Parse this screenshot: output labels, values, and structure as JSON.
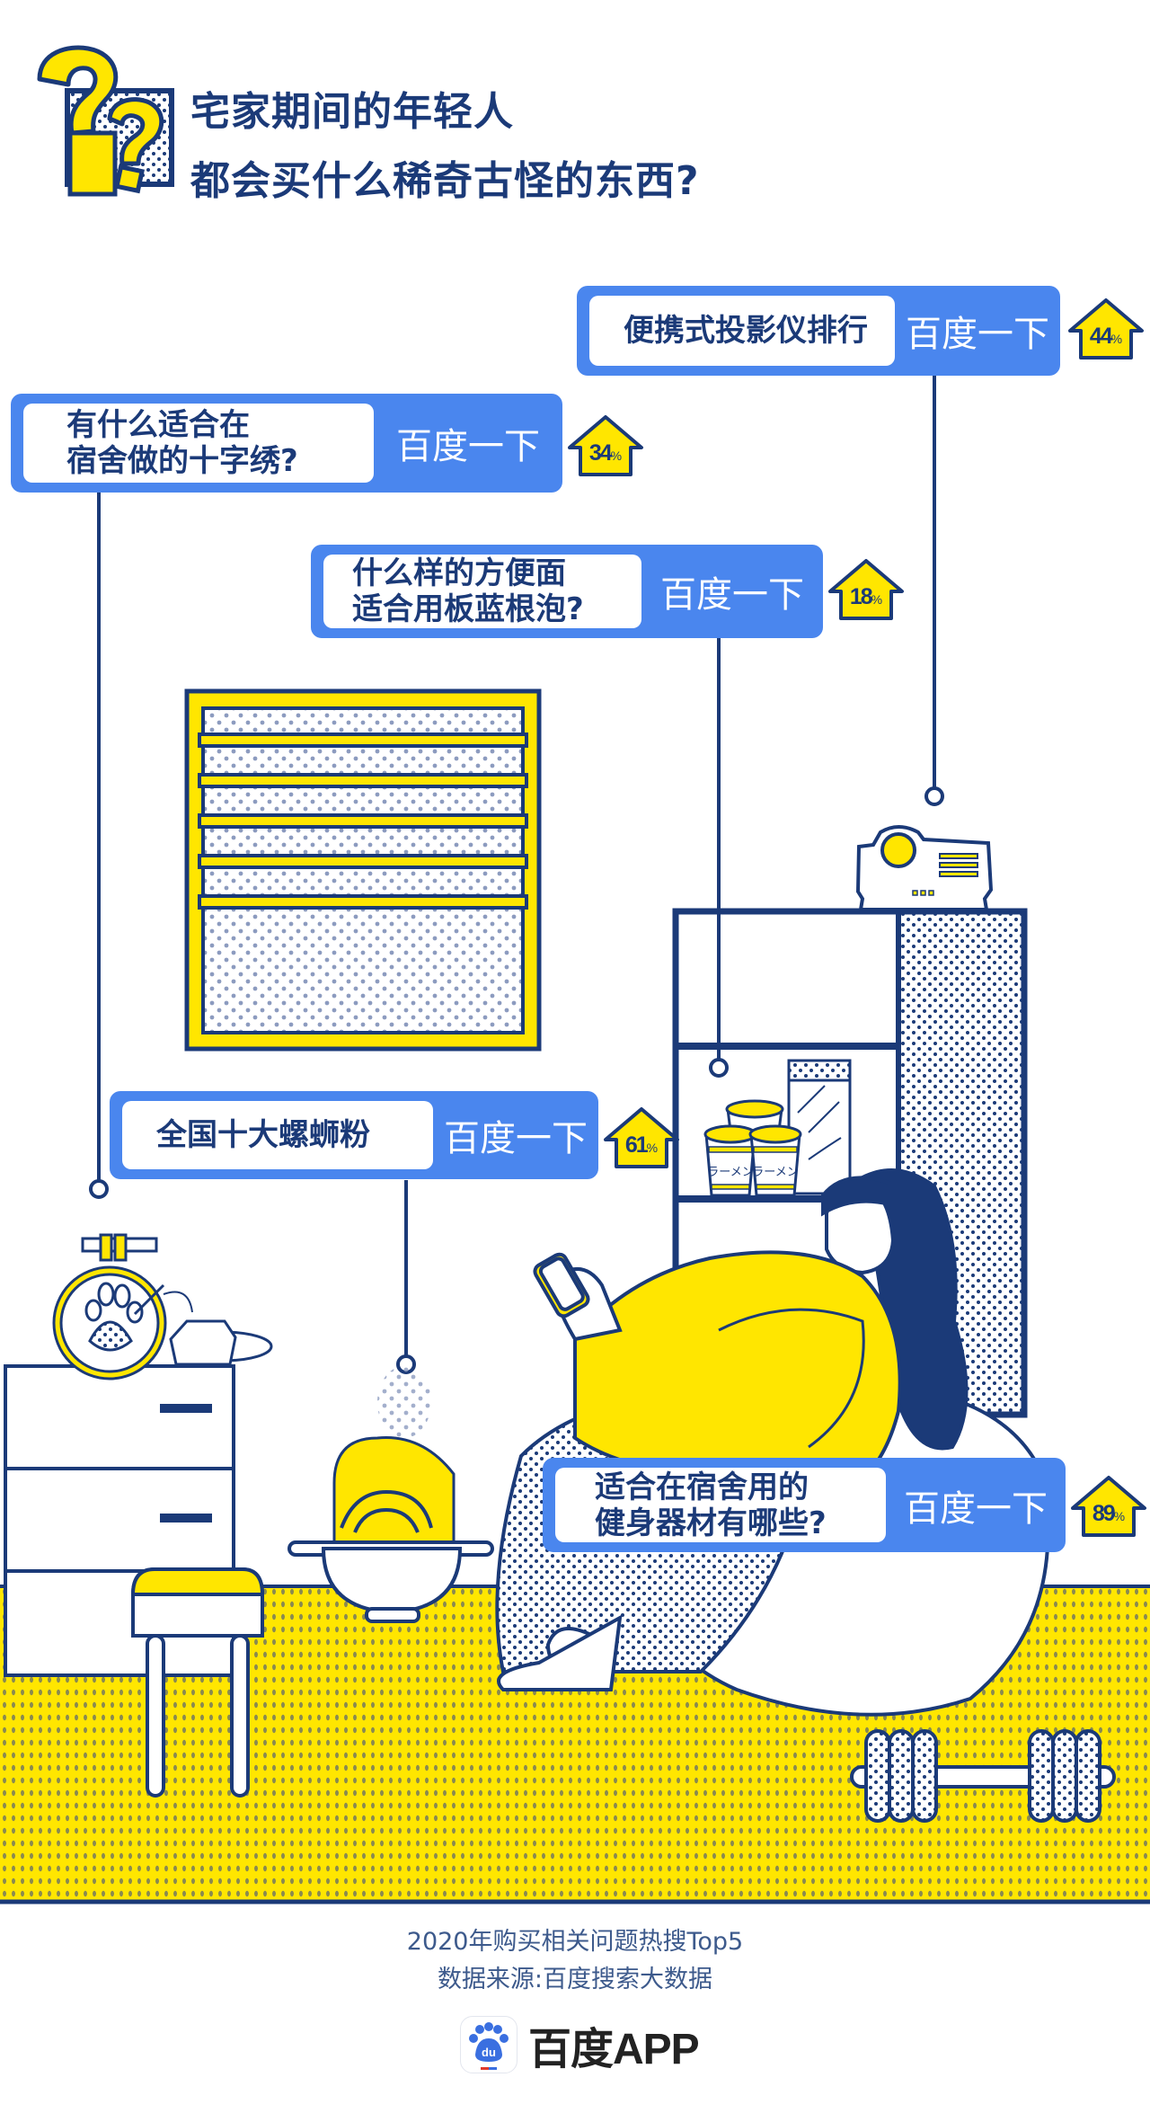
{
  "header": {
    "title_line1": "宅家期间的年轻人",
    "title_line2": "都会买什么稀奇古怪的东西?",
    "icon": "question-marks-icon"
  },
  "search_cards": [
    {
      "query_lines": [
        "便携式投影仪排行"
      ],
      "button_label": "百度一下",
      "growth": "44",
      "growth_unit": "%",
      "item": "projector"
    },
    {
      "query_lines": [
        "有什么适合在",
        "宿舍做的十字绣?"
      ],
      "button_label": "百度一下",
      "growth": "34",
      "growth_unit": "%",
      "item": "cross-stitch"
    },
    {
      "query_lines": [
        "什么样的方便面",
        "适合用板蓝根泡?"
      ],
      "button_label": "百度一下",
      "growth": "18",
      "growth_unit": "%",
      "item": "instant-noodles"
    },
    {
      "query_lines": [
        "全国十大螺蛳粉"
      ],
      "button_label": "百度一下",
      "growth": "61",
      "growth_unit": "%",
      "item": "river-snail-noodles"
    },
    {
      "query_lines": [
        "适合在宿舍用的",
        "健身器材有哪些?"
      ],
      "button_label": "百度一下",
      "growth": "89",
      "growth_unit": "%",
      "item": "fitness-equipment"
    }
  ],
  "illustration": {
    "ramen_label": "ラーメン",
    "colors": {
      "navy": "#1b3a78",
      "blue": "#4a86ee",
      "yellow": "#ffe600",
      "white": "#ffffff"
    }
  },
  "footer": {
    "caption": "2020年购买相关问题热搜Top5",
    "source": "数据来源:百度搜索大数据",
    "brand": "百度APP",
    "brand_icon": "baidu-paw-icon"
  }
}
